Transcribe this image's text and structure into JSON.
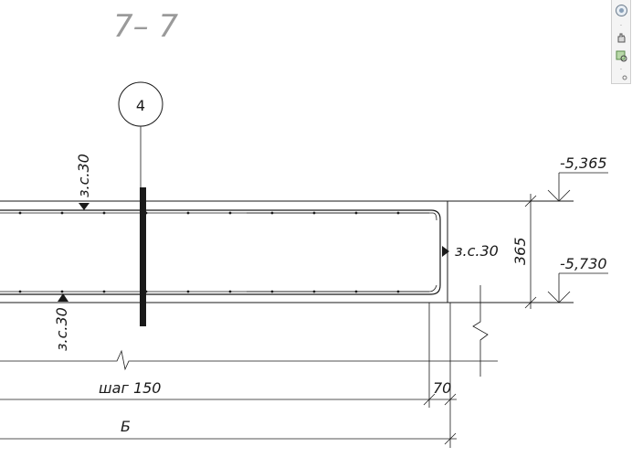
{
  "drawing": {
    "section_title": "7– 7",
    "callout_number": "4",
    "cover_top": "з.с.30",
    "cover_bottom": "з.с.30",
    "cover_right": "з.с.30",
    "thickness": "365",
    "level_top": "-5,365",
    "level_bottom": "-5,730",
    "spacing": "шаг 150",
    "end_dim": "70",
    "width_label": "Б"
  },
  "navigation_bar": {
    "icons": [
      "steering-wheel-icon",
      "pan-icon",
      "zoom-extents-icon",
      "orbit-icon"
    ]
  },
  "colors": {
    "line": "#1a1a1a",
    "title": "#9a9a9a"
  }
}
